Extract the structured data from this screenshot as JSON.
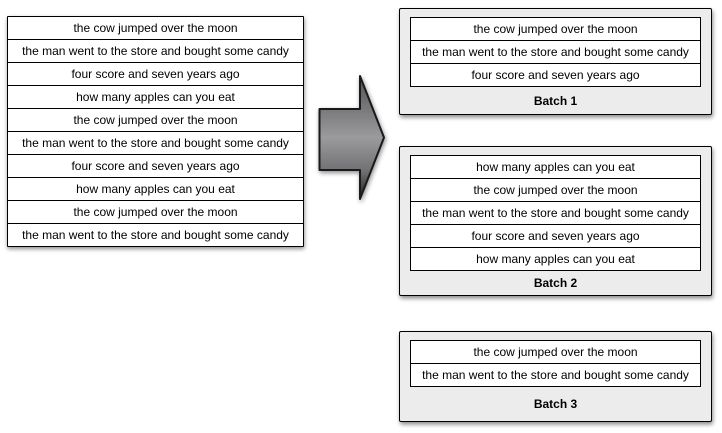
{
  "left_table": {
    "rows": [
      "the cow jumped over the moon",
      "the man went to the store and bought some candy",
      "four score and seven years ago",
      "how many apples can you eat",
      "the cow jumped over the moon",
      "the man went to the store and bought some candy",
      "four score and seven years ago",
      "how many apples can you eat",
      "the cow jumped over the moon",
      "the man went to the store and bought some candy"
    ]
  },
  "arrow": {
    "icon": "arrow-right-icon",
    "direction": "right"
  },
  "batches": [
    {
      "label": "Batch 1",
      "rows": [
        "the cow jumped over the moon",
        "the man went to the store and bought some candy",
        "four score and seven years ago"
      ]
    },
    {
      "label": "Batch 2",
      "rows": [
        "how many apples can you eat",
        "the cow jumped over the moon",
        "the man went to the store and bought some candy",
        "four score and seven years ago",
        "how many apples can you eat"
      ]
    },
    {
      "label": "Batch 3",
      "rows": [
        "the cow jumped over the moon",
        "the man went to the store and bought some candy"
      ]
    }
  ],
  "colors": {
    "page_bg": "#ffffff",
    "batch_box_bg": "#ececec",
    "table_bg": "#ffffff",
    "border": "#000000",
    "arrow_top": "#525254",
    "arrow_mid": "#9b9b9d",
    "arrow_lower": "#6f6f71",
    "arrow_bottom": "#1e1e1e",
    "arrow_stroke": "#1a1a1a"
  }
}
